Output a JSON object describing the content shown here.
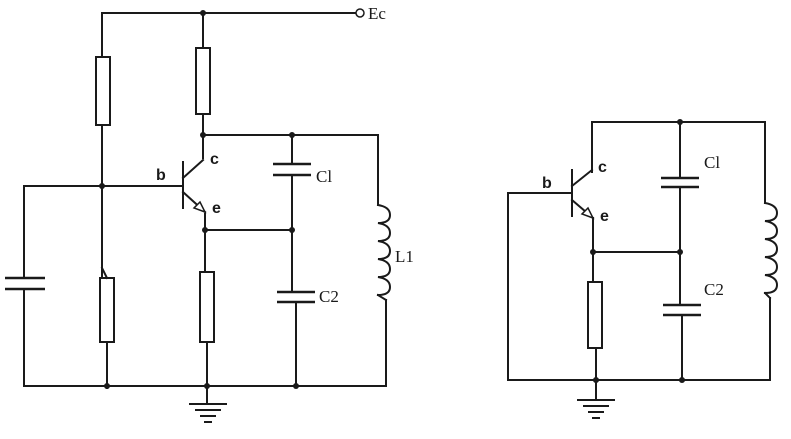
{
  "left_circuit": {
    "supply_label": "Ec",
    "base_label": "b",
    "collector_label": "c",
    "emitter_label": "e",
    "c1_label": "Cl",
    "c2_label": "C2",
    "l1_label": "L1"
  },
  "right_circuit": {
    "base_label": "b",
    "collector_label": "c",
    "emitter_label": "e",
    "c1_label": "Cl",
    "c2_label": "C2"
  }
}
